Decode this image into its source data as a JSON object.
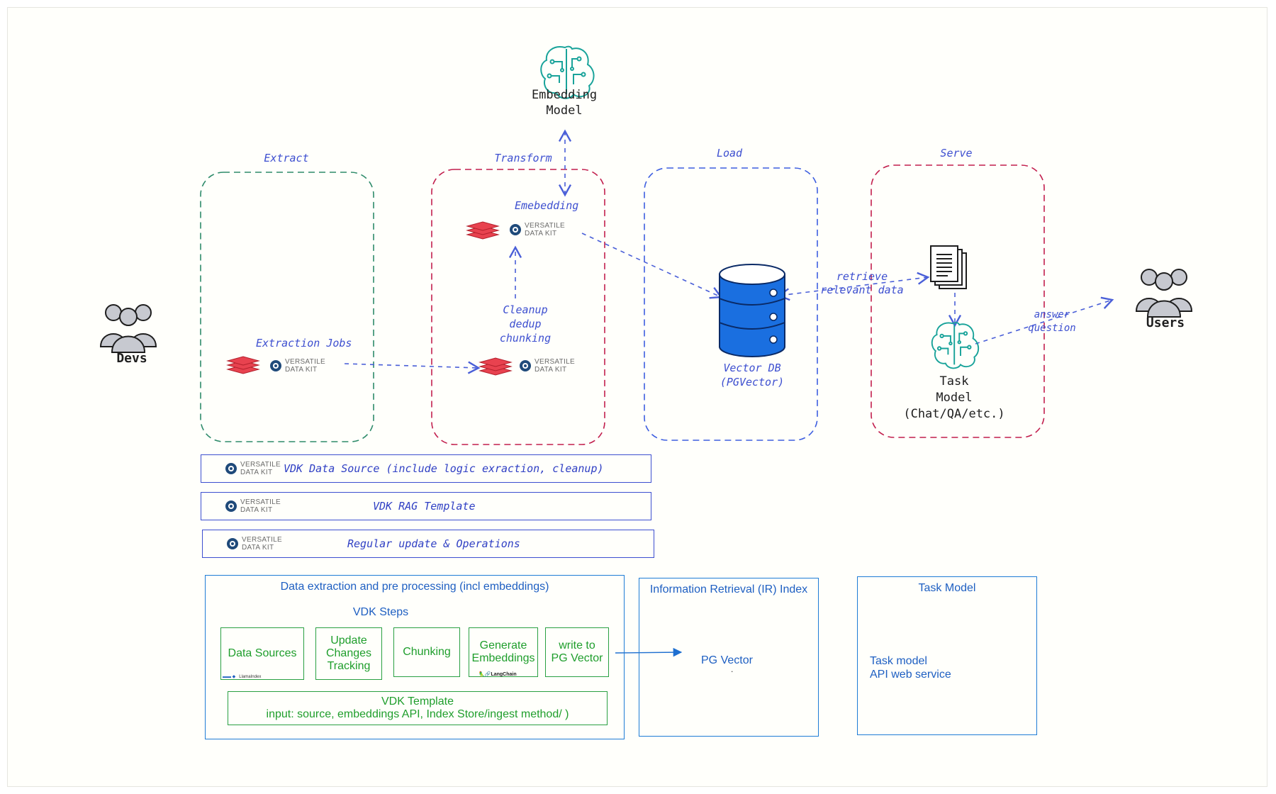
{
  "sections": {
    "extract": "Extract",
    "transform": "Transform",
    "load": "Load",
    "serve": "Serve"
  },
  "nodes": {
    "devs": "Devs",
    "users": "Users",
    "embedding_model": [
      "Embedding",
      "Model"
    ],
    "extraction_jobs": "Extraction Jobs",
    "embedding_step": "Emebedding",
    "cleanup": [
      "Cleanup",
      "dedup",
      "chunking"
    ],
    "vector_db": [
      "Vector DB",
      "(PGVector)"
    ],
    "task_model": [
      "Task",
      "Model",
      "(Chat/QA/etc.)"
    ]
  },
  "edges": {
    "retrieve": [
      "retrieve",
      "relevant data"
    ],
    "answer": [
      "answer",
      "question"
    ]
  },
  "vdk_logo": [
    "VERSATILE",
    "DATA KIT"
  ],
  "bars": [
    "VDK Data Source (include logic exraction, cleanup)",
    "VDK RAG Template",
    "Regular update & Operations"
  ],
  "bottom": {
    "pipeline_title": "Data extraction and pre processing (incl embeddings)",
    "steps_title": "VDK Steps",
    "steps": [
      [
        "Data Sources"
      ],
      [
        "Update",
        "Changes",
        "Tracking"
      ],
      [
        "Chunking"
      ],
      [
        "Generate",
        "Embeddings"
      ],
      [
        "write to",
        "PG Vector"
      ]
    ],
    "small_logos": [
      "LlamaIndex",
      "LangChain"
    ],
    "template": [
      "VDK Template",
      "input: source, embeddings API, Index Store/ingest method/ )"
    ],
    "ir_title": "Information Retrieval (IR) Index",
    "ir_item": "PG Vector",
    "ir_dot": ".",
    "task_title": "Task Model",
    "task_desc": [
      "Task model",
      "API web service"
    ]
  },
  "colors": {
    "extract_border": "#2e8b6a",
    "transform_border": "#c21f4d",
    "load_border": "#3d5ee0",
    "serve_border": "#c21f4d",
    "hand_blue": "#3d4fd0",
    "teal_icon": "#19a39a",
    "db_blue": "#1a6fe0",
    "layer_red": "#e8424f"
  }
}
